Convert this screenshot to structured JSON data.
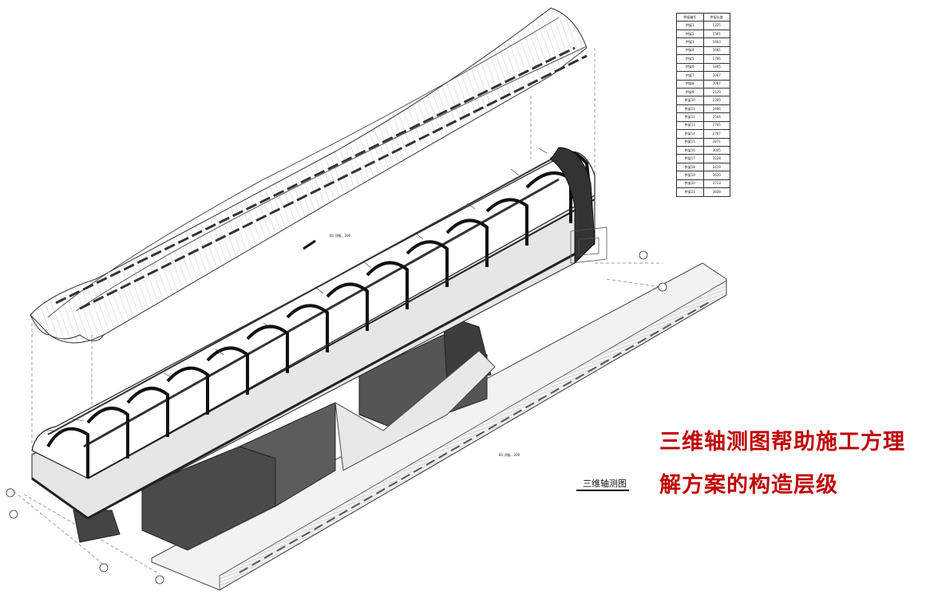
{
  "schedule": {
    "headers": [
      "拱架编号",
      "拱架长度"
    ],
    "rows": [
      [
        "拱架1",
        "1325"
      ],
      [
        "拱架2",
        "1561"
      ],
      [
        "拱架3",
        "1603"
      ],
      [
        "拱架4",
        "1681"
      ],
      [
        "拱架5",
        "1766"
      ],
      [
        "拱架6",
        "1805"
      ],
      [
        "拱架7",
        "2007"
      ],
      [
        "拱架8",
        "2067"
      ],
      [
        "拱架9",
        "2129"
      ],
      [
        "拱架10",
        "2260"
      ],
      [
        "拱架11",
        "2406"
      ],
      [
        "拱架12",
        "2544"
      ],
      [
        "拱架13",
        "2705"
      ],
      [
        "拱架14",
        "2767"
      ],
      [
        "拱架15",
        "2871"
      ],
      [
        "拱架16",
        "3045"
      ],
      [
        "拱架17",
        "3228"
      ],
      [
        "拱架18",
        "3419"
      ],
      [
        "拱架19",
        "3610"
      ],
      [
        "拱架20",
        "3723"
      ],
      [
        "拱架21",
        "3828"
      ]
    ]
  },
  "caption": {
    "line1": "三维轴测图帮助施工方理",
    "line2": "解方案的构造层级"
  },
  "view_title": "三维轴测图",
  "elevation_label": "B1-顶板 , 200",
  "colors": {
    "caption": "#c00000",
    "line": "#222222",
    "dark_block": "#4a4a4a"
  }
}
